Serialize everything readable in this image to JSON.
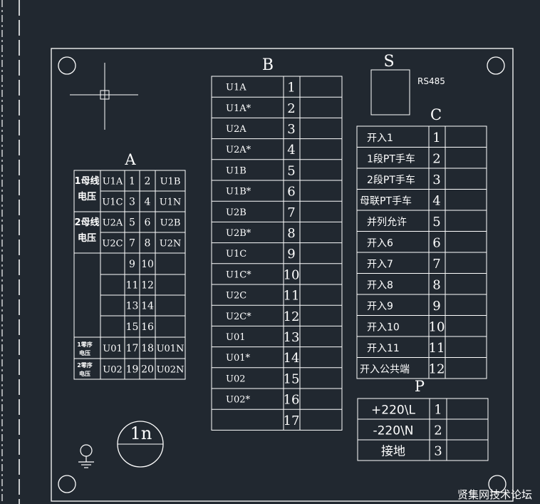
{
  "watermark": "贤集网技术论坛",
  "terminal_a": {
    "title": "A",
    "groups": [
      {
        "label_line1": "1母线",
        "label_line2": "电压"
      },
      {
        "label_line1": "2母线",
        "label_line2": "电压"
      },
      {
        "label_line1": "1零序",
        "label_line2": "电压"
      },
      {
        "label_line1": "2零序",
        "label_line2": "电压"
      }
    ],
    "rows": [
      {
        "left_signal": "U1A",
        "left_no": "1",
        "right_no": "2",
        "right_signal": "U1B"
      },
      {
        "left_signal": "U1C",
        "left_no": "3",
        "right_no": "4",
        "right_signal": "U1N"
      },
      {
        "left_signal": "U2A",
        "left_no": "5",
        "right_no": "6",
        "right_signal": "U2B"
      },
      {
        "left_signal": "U2C",
        "left_no": "7",
        "right_no": "8",
        "right_signal": "U2N"
      },
      {
        "left_signal": "",
        "left_no": "9",
        "right_no": "10",
        "right_signal": ""
      },
      {
        "left_signal": "",
        "left_no": "11",
        "right_no": "12",
        "right_signal": ""
      },
      {
        "left_signal": "",
        "left_no": "13",
        "right_no": "14",
        "right_signal": ""
      },
      {
        "left_signal": "",
        "left_no": "15",
        "right_no": "16",
        "right_signal": ""
      },
      {
        "left_signal": "U01",
        "left_no": "17",
        "right_no": "18",
        "right_signal": "U01N"
      },
      {
        "left_signal": "U02",
        "left_no": "19",
        "right_no": "20",
        "right_signal": "U02N"
      }
    ]
  },
  "terminal_b": {
    "title": "B",
    "rows": [
      {
        "label": "U1A",
        "no": "1"
      },
      {
        "label": "U1A*",
        "no": "2"
      },
      {
        "label": "U2A",
        "no": "3"
      },
      {
        "label": "U2A*",
        "no": "4"
      },
      {
        "label": "U1B",
        "no": "5"
      },
      {
        "label": "U1B*",
        "no": "6"
      },
      {
        "label": "U2B",
        "no": "7"
      },
      {
        "label": "U2B*",
        "no": "8"
      },
      {
        "label": "U1C",
        "no": "9"
      },
      {
        "label": "U1C*",
        "no": "10"
      },
      {
        "label": "U2C",
        "no": "11"
      },
      {
        "label": "U2C*",
        "no": "12"
      },
      {
        "label": "U01",
        "no": "13"
      },
      {
        "label": "U01*",
        "no": "14"
      },
      {
        "label": "U02",
        "no": "15"
      },
      {
        "label": "U02*",
        "no": "16"
      },
      {
        "label": "",
        "no": "17"
      }
    ]
  },
  "terminal_s": {
    "title": "S",
    "label": "RS485"
  },
  "terminal_c": {
    "title": "C",
    "rows": [
      {
        "label": "开入1",
        "no": "1"
      },
      {
        "label": "1段PT手车",
        "no": "2"
      },
      {
        "label": "2段PT手车",
        "no": "3"
      },
      {
        "label": "母联PT手车",
        "no": "4"
      },
      {
        "label": "并列允许",
        "no": "5"
      },
      {
        "label": "开入6",
        "no": "6"
      },
      {
        "label": "开入7",
        "no": "7"
      },
      {
        "label": "开入8",
        "no": "8"
      },
      {
        "label": "开入9",
        "no": "9"
      },
      {
        "label": "开入10",
        "no": "10"
      },
      {
        "label": "开入11",
        "no": "11"
      },
      {
        "label": "开入公共端",
        "no": "12"
      }
    ]
  },
  "terminal_p": {
    "title": "P",
    "rows": [
      {
        "label": "+220\\L",
        "no": "1"
      },
      {
        "label": "-220\\N",
        "no": "2"
      },
      {
        "label": "接地",
        "no": "3"
      }
    ]
  },
  "device": {
    "label": "1n"
  }
}
